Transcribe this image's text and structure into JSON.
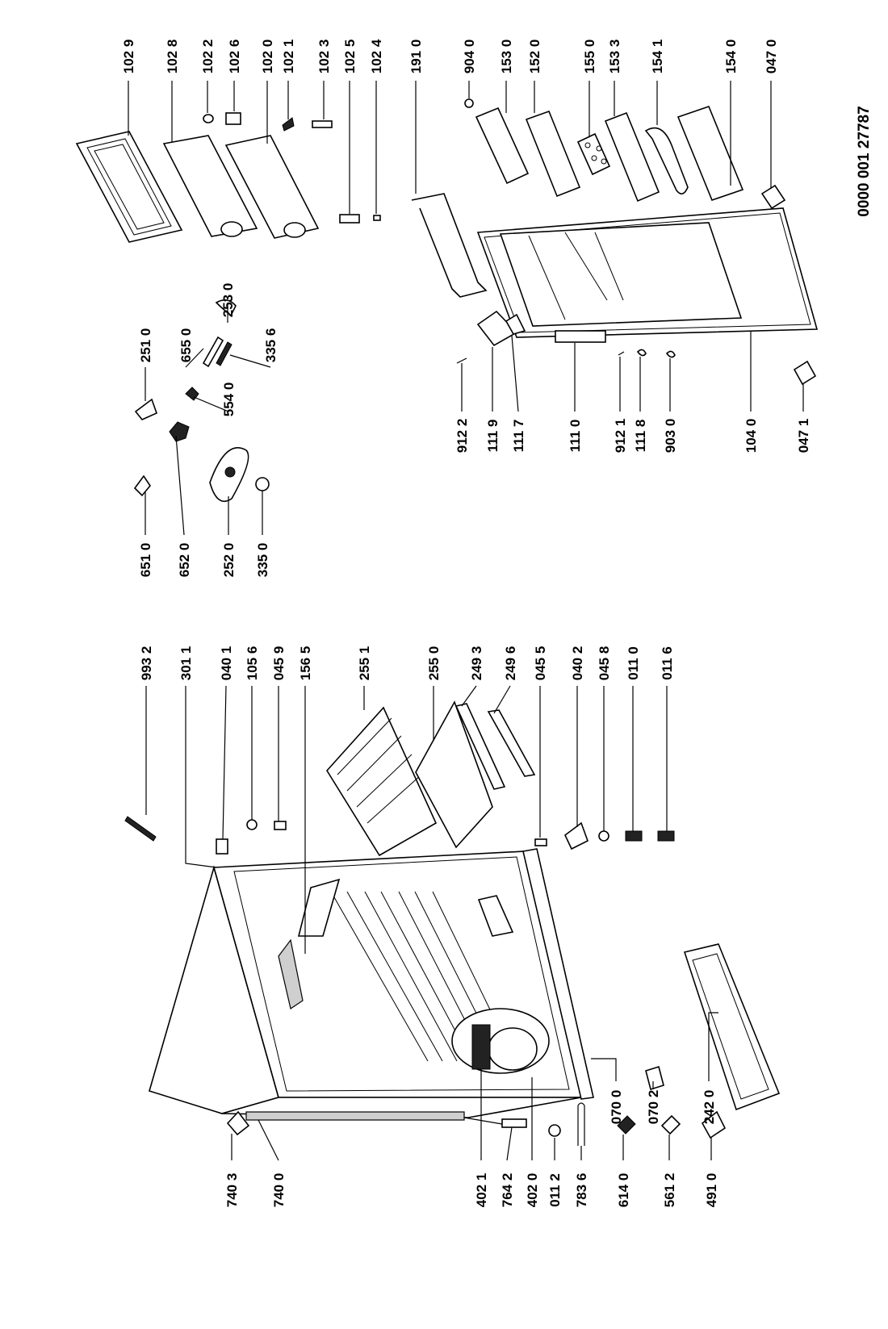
{
  "document_number": "0000 001 27787",
  "callouts": [
    {
      "id": "c1029",
      "label": "102 9"
    },
    {
      "id": "c1028",
      "label": "102 8"
    },
    {
      "id": "c1022",
      "label": "102 2"
    },
    {
      "id": "c1026",
      "label": "102 6"
    },
    {
      "id": "c1020",
      "label": "102 0"
    },
    {
      "id": "c1021",
      "label": "102 1"
    },
    {
      "id": "c1023",
      "label": "102 3"
    },
    {
      "id": "c1025",
      "label": "102 5"
    },
    {
      "id": "c1024",
      "label": "102 4"
    },
    {
      "id": "c1910",
      "label": "191 0"
    },
    {
      "id": "c9040",
      "label": "904 0"
    },
    {
      "id": "c1530",
      "label": "153 0"
    },
    {
      "id": "c1520",
      "label": "152 0"
    },
    {
      "id": "c1550",
      "label": "155 0"
    },
    {
      "id": "c1533",
      "label": "153 3"
    },
    {
      "id": "c1541",
      "label": "154 1"
    },
    {
      "id": "c1540",
      "label": "154 0"
    },
    {
      "id": "c0470",
      "label": "047 0"
    },
    {
      "id": "c2530",
      "label": "253 0"
    },
    {
      "id": "c2510",
      "label": "251 0"
    },
    {
      "id": "c6550",
      "label": "655 0"
    },
    {
      "id": "c3356",
      "label": "335 6"
    },
    {
      "id": "c5540",
      "label": "554 0"
    },
    {
      "id": "c6510",
      "label": "651 0"
    },
    {
      "id": "c6520",
      "label": "652 0"
    },
    {
      "id": "c2520",
      "label": "252 0"
    },
    {
      "id": "c3350",
      "label": "335 0"
    },
    {
      "id": "c9122",
      "label": "912 2"
    },
    {
      "id": "c1119",
      "label": "111 9"
    },
    {
      "id": "c1117",
      "label": "111 7"
    },
    {
      "id": "c1110",
      "label": "111 0"
    },
    {
      "id": "c9121",
      "label": "912 1"
    },
    {
      "id": "c1118",
      "label": "111 8"
    },
    {
      "id": "c9030",
      "label": "903 0"
    },
    {
      "id": "c1040",
      "label": "104 0"
    },
    {
      "id": "c0471",
      "label": "047 1"
    },
    {
      "id": "c9932",
      "label": "993 2"
    },
    {
      "id": "c3011",
      "label": "301 1"
    },
    {
      "id": "c0401",
      "label": "040 1"
    },
    {
      "id": "c1056",
      "label": "105 6"
    },
    {
      "id": "c0459",
      "label": "045 9"
    },
    {
      "id": "c1565",
      "label": "156 5"
    },
    {
      "id": "c2551",
      "label": "255 1"
    },
    {
      "id": "c2550",
      "label": "255 0"
    },
    {
      "id": "c2493",
      "label": "249 3"
    },
    {
      "id": "c2496",
      "label": "249 6"
    },
    {
      "id": "c0455",
      "label": "045 5"
    },
    {
      "id": "c0402",
      "label": "040 2"
    },
    {
      "id": "c0458",
      "label": "045 8"
    },
    {
      "id": "c0110",
      "label": "011 0"
    },
    {
      "id": "c0116",
      "label": "011 6"
    },
    {
      "id": "c0700",
      "label": "070 0"
    },
    {
      "id": "c0702",
      "label": "070 2"
    },
    {
      "id": "c2420",
      "label": "242 0"
    },
    {
      "id": "c7403",
      "label": "740 3"
    },
    {
      "id": "c7400",
      "label": "740 0"
    },
    {
      "id": "c4021",
      "label": "402 1"
    },
    {
      "id": "c7642",
      "label": "764 2"
    },
    {
      "id": "c4020",
      "label": "402 0"
    },
    {
      "id": "c0112",
      "label": "011 2"
    },
    {
      "id": "c7836",
      "label": "783 6"
    },
    {
      "id": "c6140",
      "label": "614 0"
    },
    {
      "id": "c5612",
      "label": "561 2"
    },
    {
      "id": "c4910",
      "label": "491 0"
    }
  ]
}
